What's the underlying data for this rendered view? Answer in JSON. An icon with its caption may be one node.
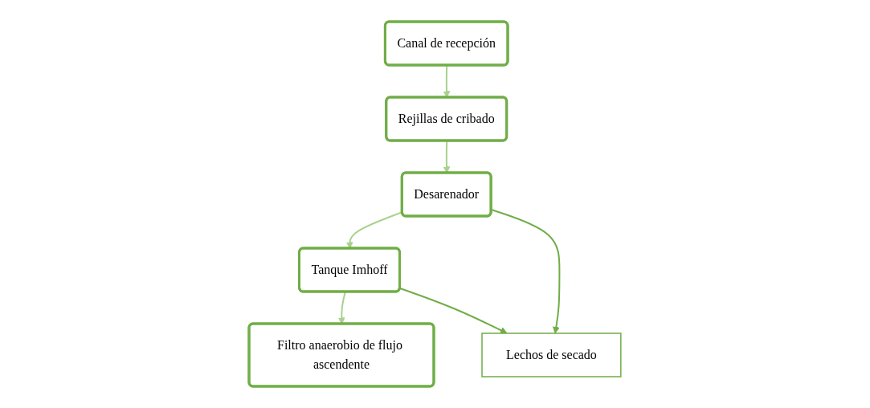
{
  "diagram": {
    "nodes": [
      {
        "text": [
          "Canal de recepción"
        ]
      },
      {
        "text": [
          "Rejillas de cribado"
        ]
      },
      {
        "text": [
          "Desarenador"
        ]
      },
      {
        "text": [
          "Tanque Imhoff"
        ]
      },
      {
        "text": [
          "Filtro anaerobio de flujo ascendente"
        ]
      },
      {
        "text": [
          "Lechos de secado"
        ]
      }
    ],
    "edges": [
      {
        "from": 0,
        "to": 1,
        "arrow": "to"
      },
      {
        "from": 1,
        "to": 2,
        "arrow": "to"
      },
      {
        "from": 2,
        "to": 3,
        "arrow": "to"
      },
      {
        "from": 3,
        "to": 4,
        "arrow": "to"
      },
      {
        "from": 2,
        "to": 5,
        "arrow": "to",
        "color": "#70ad47"
      },
      {
        "from": 3,
        "to": 5,
        "arrow": "to",
        "color": "#70ad47"
      }
    ]
  }
}
